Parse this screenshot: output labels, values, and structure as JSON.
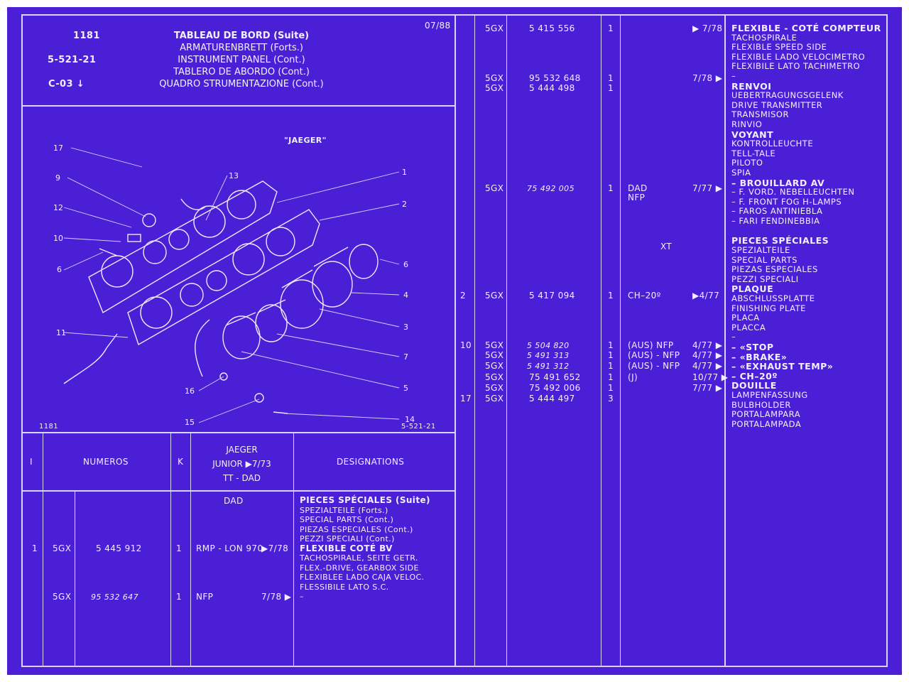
{
  "header": {
    "ref_number": "1181",
    "group_code": "5-521-21",
    "sub_code": "C-03",
    "date": "07/88",
    "titles": [
      "TABLEAU DE BORD (Suite)",
      "ARMATURENBRETT (Forts.)",
      "INSTRUMENT PANEL (Cont.)",
      "TABLERO DE ABORDO (Cont.)",
      "QUADRO STRUMENTAZIONE (Cont.)"
    ]
  },
  "diagram": {
    "brand_label": "\"JAEGER\"",
    "footer_left": "1181",
    "footer_right": "5-521-21",
    "callouts": [
      "17",
      "9",
      "12",
      "10",
      "6",
      "11",
      "13",
      "1",
      "2",
      "6",
      "4",
      "3",
      "7",
      "5",
      "16",
      "15",
      "14"
    ]
  },
  "table_header": {
    "col_i": "I",
    "col_numeros": "NUMEROS",
    "col_k": "K",
    "col_model_line1": "JAEGER",
    "col_model_line2": "JUNIOR ▶7/73",
    "col_model_line3": "TT - DAD",
    "col_designations": "DESIGNATIONS",
    "sub_model": "DAD"
  },
  "left_rows": [
    {
      "i": "1",
      "code": "5GX",
      "number": "5 445 912",
      "k": "1",
      "model": "RMP - LON 970",
      "date": "▶7/78"
    },
    {
      "i": "",
      "code": "5GX",
      "number": "95 532 647",
      "k": "1",
      "model": "NFP",
      "date": "7/78 ▶"
    }
  ],
  "left_designations": {
    "block1": [
      "PIECES SPÉCIALES (Suite)",
      "SPEZIALTEILE (Forts.)",
      "SPECIAL PARTS (Cont.)",
      "PIEZAS ESPECIALES (Cont.)",
      "PEZZI SPECIALI (Cont.)"
    ],
    "block2": [
      "FLEXIBLE COTÉ BV",
      "TACHOSPIRALE, SEITE GETR.",
      "FLEX.-DRIVE, GEARBOX SIDE",
      "FLEXIBLEE LADO CAJA VELOC.",
      "FLESSIBILE LATO S.C."
    ],
    "dash": "–"
  },
  "right_rows": [
    {
      "i": "",
      "code": "5GX",
      "number": "5 415 556",
      "k": "1",
      "model": "",
      "date": "▶ 7/78"
    },
    {
      "i": "",
      "code": "5GX",
      "number": "95 532 648",
      "k": "1",
      "model": "",
      "date": "7/78 ▶"
    },
    {
      "i": "",
      "code": "5GX",
      "number": "5 444 498",
      "k": "1",
      "model": "",
      "date": ""
    },
    {
      "i": "",
      "code": "5GX",
      "number": "75 492 005",
      "k": "1",
      "model": "DAD",
      "date": "7/77 ▶"
    },
    {
      "i": "",
      "code": "",
      "number": "",
      "k": "",
      "model": "NFP",
      "date": ""
    },
    {
      "i": "",
      "code": "",
      "number": "",
      "k": "",
      "model": "XT",
      "date": ""
    },
    {
      "i": "2",
      "code": "5GX",
      "number": "5 417 094",
      "k": "1",
      "model": "CH–20º",
      "date": "▶4/77"
    },
    {
      "i": "10",
      "code": "5GX",
      "number": "5 504 820",
      "k": "1",
      "model": "(AUS) NFP",
      "date": "4/77 ▶"
    },
    {
      "i": "",
      "code": "5GX",
      "number": "5 491 313",
      "k": "1",
      "model": "(AUS) - NFP",
      "date": "4/77 ▶"
    },
    {
      "i": "",
      "code": "5GX",
      "number": "5 491 312",
      "k": "1",
      "model": "(AUS) - NFP",
      "date": "4/77 ▶"
    },
    {
      "i": "",
      "code": "5GX",
      "number": "75 491 652",
      "k": "1",
      "model": "(J)",
      "date": "10/77 ▶"
    },
    {
      "i": "",
      "code": "5GX",
      "number": "75 492 006",
      "k": "1",
      "model": "",
      "date": "7/77 ▶"
    },
    {
      "i": "17",
      "code": "5GX",
      "number": "5 444 497",
      "k": "3",
      "model": "",
      "date": ""
    }
  ],
  "right_designations": [
    {
      "text": "FLEXIBLE - COTÉ COMPTEUR",
      "bold": true
    },
    {
      "text": "TACHOSPIRALE",
      "bold": false
    },
    {
      "text": "FLEXIBLE SPEED SIDE",
      "bold": false
    },
    {
      "text": "FLEXIBLE LADO VELOCIMETRO",
      "bold": false
    },
    {
      "text": "FLEXIBILE LATO TACHIMETRO",
      "bold": false
    },
    {
      "text": "–",
      "bold": false
    },
    {
      "text": "RENVOI",
      "bold": true
    },
    {
      "text": "UEBERTRAGUNGSGELENK",
      "bold": false
    },
    {
      "text": "DRIVE TRANSMITTER",
      "bold": false
    },
    {
      "text": "TRANSMISOR",
      "bold": false
    },
    {
      "text": "RINVIO",
      "bold": false
    },
    {
      "text": "VOYANT",
      "bold": true
    },
    {
      "text": "KONTROLLEUCHTE",
      "bold": false
    },
    {
      "text": "TELL-TALE",
      "bold": false
    },
    {
      "text": "PILOTO",
      "bold": false
    },
    {
      "text": "SPIA",
      "bold": false
    },
    {
      "text": "– BROUILLARD AV",
      "bold": true
    },
    {
      "text": "– F. VORD. NEBELLEUCHTEN",
      "bold": false
    },
    {
      "text": "– F. FRONT FOG H-LAMPS",
      "bold": false
    },
    {
      "text": "– FAROS ANTINIEBLA",
      "bold": false
    },
    {
      "text": "– FARI FENDINEBBIA",
      "bold": false
    },
    {
      "text": "",
      "bold": false
    },
    {
      "text": "PIECES SPÉCIALES",
      "bold": true
    },
    {
      "text": "SPEZIALTEILE",
      "bold": false
    },
    {
      "text": "SPECIAL PARTS",
      "bold": false
    },
    {
      "text": "PIEZAS ESPECIALES",
      "bold": false
    },
    {
      "text": "PEZZI SPECIALI",
      "bold": false
    },
    {
      "text": "PLAQUE",
      "bold": true
    },
    {
      "text": "ABSCHLUSSPLATTE",
      "bold": false
    },
    {
      "text": "FINISHING PLATE",
      "bold": false
    },
    {
      "text": "PLACA",
      "bold": false
    },
    {
      "text": "PLACCA",
      "bold": false
    },
    {
      "text": "–",
      "bold": false
    },
    {
      "text": "– «STOP",
      "bold": true
    },
    {
      "text": "– «BRAKE»",
      "bold": true
    },
    {
      "text": "– «EXHAUST TEMP»",
      "bold": true
    },
    {
      "text": "– CH–20º",
      "bold": true
    },
    {
      "text": "DOUILLE",
      "bold": true
    },
    {
      "text": "LAMPENFASSUNG",
      "bold": false
    },
    {
      "text": "BULBHOLDER",
      "bold": false
    },
    {
      "text": "PORTALAMPARA",
      "bold": false
    },
    {
      "text": "PORTALAMPADA",
      "bold": false
    }
  ],
  "colors": {
    "background": "#4a1fd6",
    "ink": "#f2f0ff",
    "rule": "#d9d3ff"
  }
}
